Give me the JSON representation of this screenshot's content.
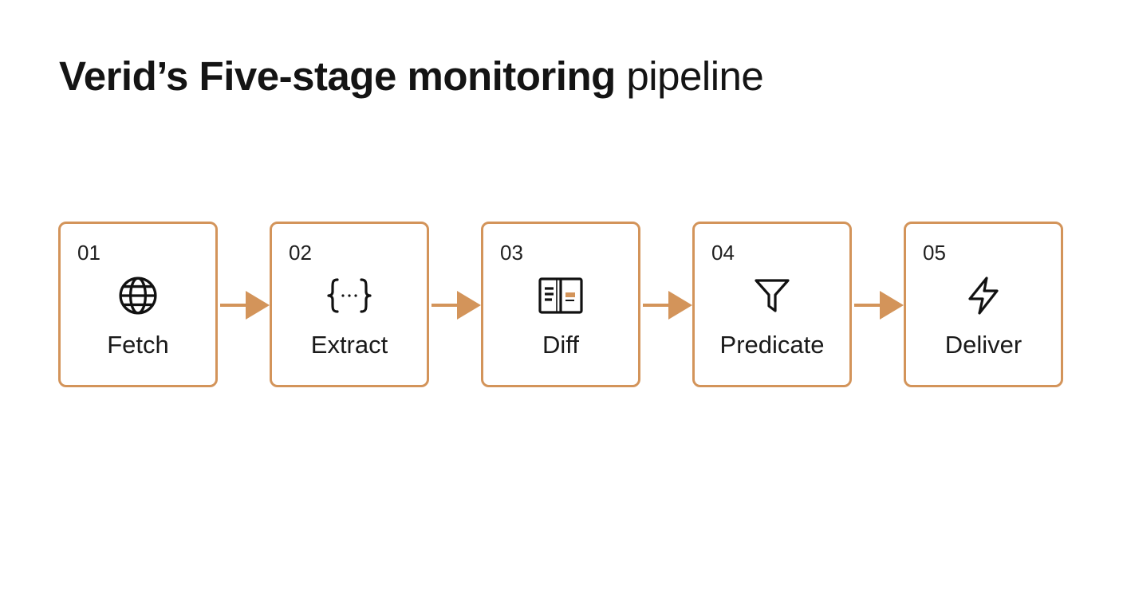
{
  "title": {
    "bold_part": "Verid’s Five-stage monitoring",
    "light_part": " pipeline"
  },
  "colors": {
    "accent": "#d3945a",
    "text": "#1a1a1a",
    "background": "#ffffff"
  },
  "stages": [
    {
      "number": "01",
      "label": "Fetch",
      "icon": "globe-icon"
    },
    {
      "number": "02",
      "label": "Extract",
      "icon": "braces-icon"
    },
    {
      "number": "03",
      "label": "Diff",
      "icon": "split-document-icon"
    },
    {
      "number": "04",
      "label": "Predicate",
      "icon": "filter-icon"
    },
    {
      "number": "05",
      "label": "Deliver",
      "icon": "lightning-icon"
    }
  ]
}
